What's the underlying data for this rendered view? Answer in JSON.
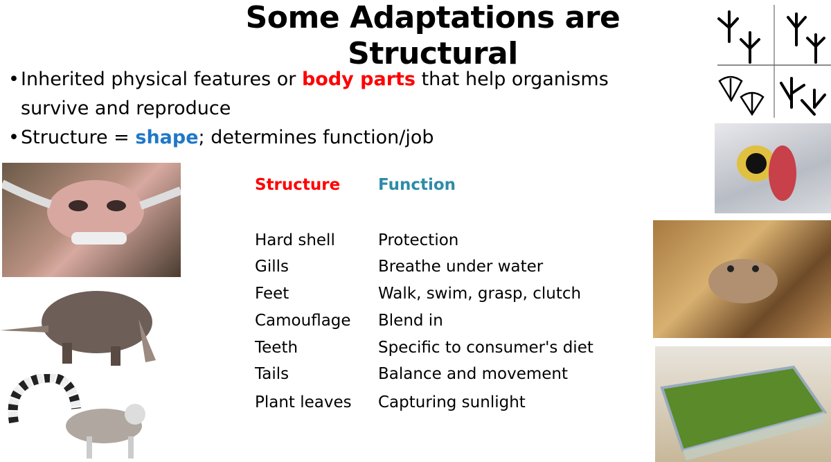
{
  "slide": {
    "title": "Some Adaptations are Structural",
    "bullets": [
      {
        "before": "Inherited physical features or ",
        "highlight": "body parts",
        "after": " that help organisms survive and reproduce"
      },
      {
        "before": "Structure = ",
        "highlight": "shape",
        "after": "; determines function/job"
      }
    ],
    "bullet_symbol": "•",
    "colors": {
      "red": "#ff0000",
      "blue": "#1f78c8",
      "teal": "#2e8ba8"
    },
    "table": {
      "headers": [
        "Structure",
        "Function"
      ],
      "rows": [
        [
          "Hard shell",
          "Protection"
        ],
        [
          "Gills",
          "Breathe under water"
        ],
        [
          "Feet",
          "Walk, swim, grasp, clutch"
        ],
        [
          "Camouflage",
          "Blend in"
        ],
        [
          "Teeth",
          "Specific to consumer's diet"
        ],
        [
          "Tails",
          "Balance and movement"
        ],
        [
          "Plant leaves",
          "Capturing sunlight"
        ]
      ]
    }
  }
}
